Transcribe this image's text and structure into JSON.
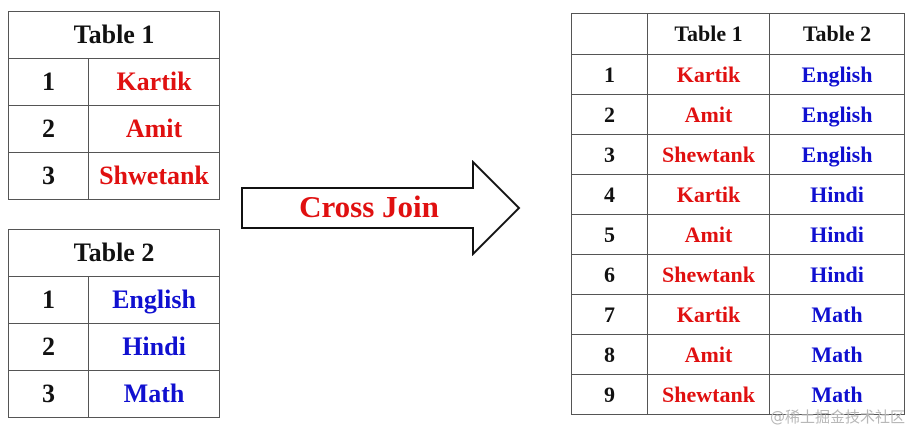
{
  "left_tables": [
    {
      "title": "Table 1",
      "color": "#e01010",
      "rows": [
        {
          "id": "1",
          "value": "Kartik"
        },
        {
          "id": "2",
          "value": "Amit"
        },
        {
          "id": "3",
          "value": "Shwetank"
        }
      ]
    },
    {
      "title": "Table 2",
      "color": "#1010d0",
      "rows": [
        {
          "id": "1",
          "value": "English"
        },
        {
          "id": "2",
          "value": "Hindi"
        },
        {
          "id": "3",
          "value": "Math"
        }
      ]
    }
  ],
  "arrow": {
    "label": "Cross Join",
    "label_color": "#e01010"
  },
  "result_table": {
    "headers": [
      "",
      "Table 1",
      "Table 2"
    ],
    "rows": [
      {
        "id": "1",
        "t1": "Kartik",
        "t2": "English"
      },
      {
        "id": "2",
        "t1": "Amit",
        "t2": "English"
      },
      {
        "id": "3",
        "t1": "Shewtank",
        "t2": "English"
      },
      {
        "id": "4",
        "t1": "Kartik",
        "t2": "Hindi"
      },
      {
        "id": "5",
        "t1": "Amit",
        "t2": "Hindi"
      },
      {
        "id": "6",
        "t1": "Shewtank",
        "t2": "Hindi"
      },
      {
        "id": "7",
        "t1": "Kartik",
        "t2": "Math"
      },
      {
        "id": "8",
        "t1": "Amit",
        "t2": "Math"
      },
      {
        "id": "9",
        "t1": "Shewtank",
        "t2": "Math"
      }
    ]
  },
  "watermark": "@稀土掘金技术社区"
}
